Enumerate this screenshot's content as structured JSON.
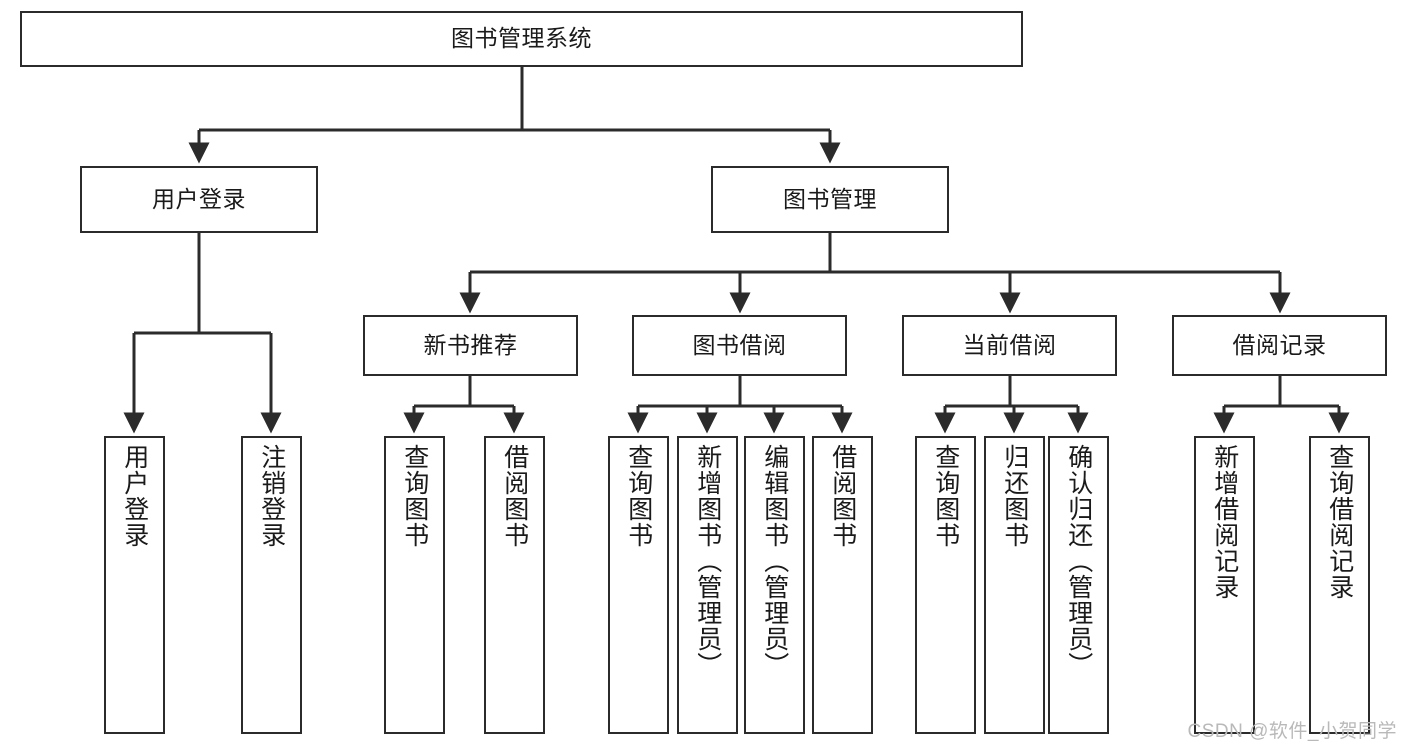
{
  "diagram": {
    "title": "图书管理系统",
    "type": "tree-hierarchy",
    "root": {
      "id": "root",
      "label": "图书管理系统"
    },
    "level2": [
      {
        "id": "user-login",
        "label": "用户登录"
      },
      {
        "id": "book-manage",
        "label": "图书管理"
      }
    ],
    "level3": [
      {
        "id": "new-book-recommend",
        "label": "新书推荐",
        "parent": "book-manage"
      },
      {
        "id": "book-borrow",
        "label": "图书借阅",
        "parent": "book-manage"
      },
      {
        "id": "current-borrow",
        "label": "当前借阅",
        "parent": "book-manage"
      },
      {
        "id": "borrow-record",
        "label": "借阅记录",
        "parent": "book-manage"
      }
    ],
    "leaves": [
      {
        "id": "leaf-user-login",
        "label": "用户登录",
        "parent": "user-login"
      },
      {
        "id": "leaf-user-logout",
        "label": "注销登录",
        "parent": "user-login"
      },
      {
        "id": "leaf-query-book-1",
        "label": "查询图书",
        "parent": "new-book-recommend"
      },
      {
        "id": "leaf-borrow-book-1",
        "label": "借阅图书",
        "parent": "new-book-recommend"
      },
      {
        "id": "leaf-query-book-2",
        "label": "查询图书",
        "parent": "book-borrow"
      },
      {
        "id": "leaf-add-book",
        "label": "新增图书（管理员）",
        "parent": "book-borrow"
      },
      {
        "id": "leaf-edit-book",
        "label": "编辑图书（管理员）",
        "parent": "book-borrow"
      },
      {
        "id": "leaf-borrow-book-2",
        "label": "借阅图书",
        "parent": "book-borrow"
      },
      {
        "id": "leaf-query-book-3",
        "label": "查询图书",
        "parent": "current-borrow"
      },
      {
        "id": "leaf-return-book",
        "label": "归还图书",
        "parent": "current-borrow"
      },
      {
        "id": "leaf-confirm-return",
        "label": "确认归还（管理员）",
        "parent": "current-borrow"
      },
      {
        "id": "leaf-add-record",
        "label": "新增借阅记录",
        "parent": "borrow-record"
      },
      {
        "id": "leaf-query-record",
        "label": "查询借阅记录",
        "parent": "borrow-record"
      }
    ],
    "colors": {
      "stroke": "#2b2b2b",
      "fill": "#ffffff",
      "text": "#1a1a1a",
      "watermark": "#b9b9b9"
    }
  },
  "watermark": {
    "text": "CSDN @软件_小贺同学"
  }
}
